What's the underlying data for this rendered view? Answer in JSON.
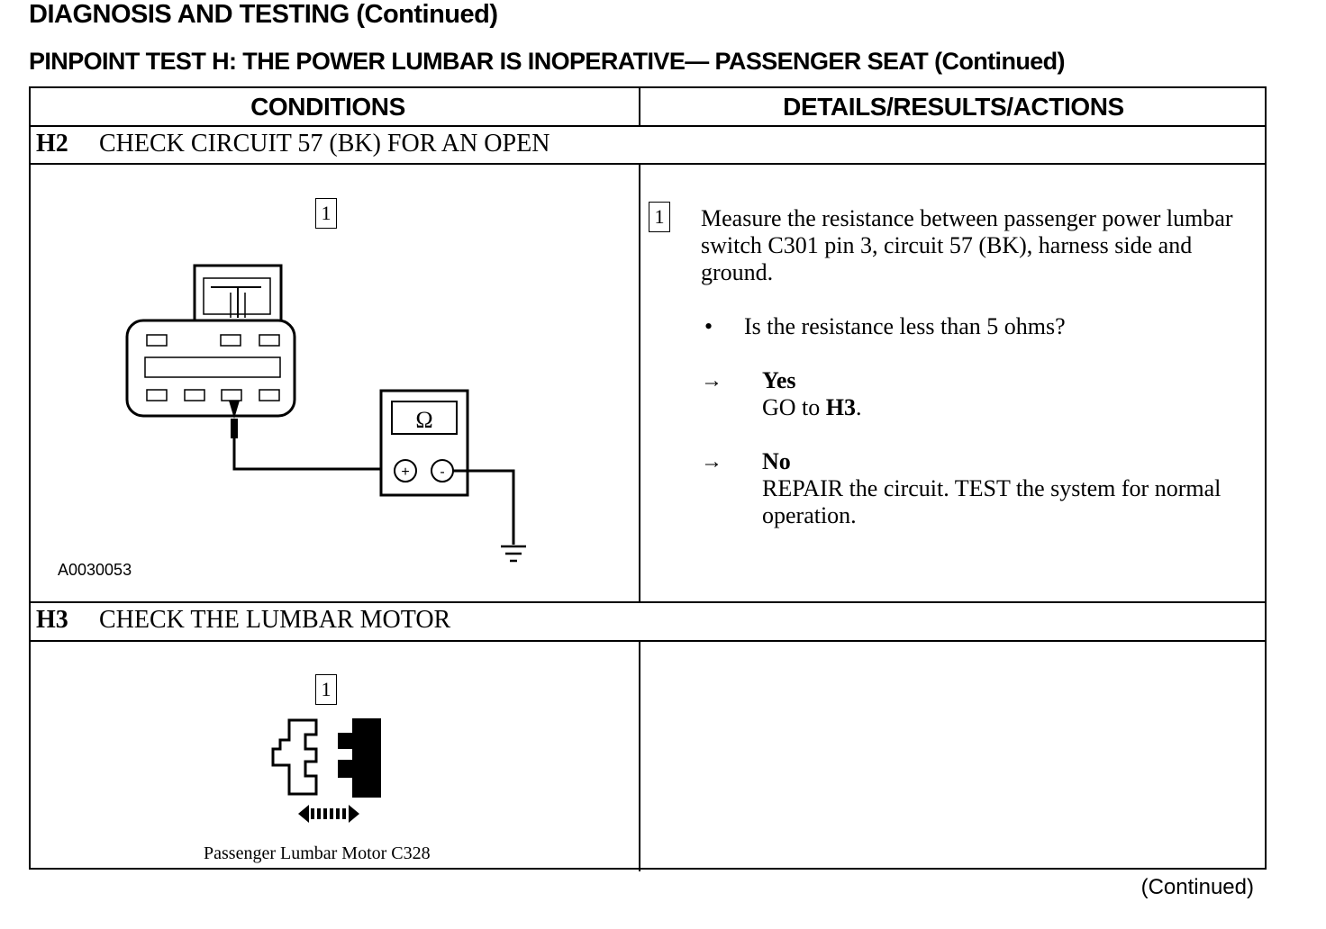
{
  "header": {
    "section_title": "DIAGNOSIS AND TESTING (Continued)",
    "test_title": "PINPOINT TEST H:  THE POWER LUMBAR IS INOPERATIVE— PASSENGER SEAT (Continued)"
  },
  "table": {
    "columns": [
      "CONDITIONS",
      "DETAILS/RESULTS/ACTIONS"
    ],
    "steps": [
      {
        "id": "H2",
        "title": "CHECK CIRCUIT 57 (BK) FOR AN OPEN",
        "figure": {
          "step_marker": "1",
          "meter_symbol": "Ω",
          "plus": "+",
          "minus": "-",
          "figure_id": "A0030053"
        },
        "detail": {
          "step_marker": "1",
          "instruction": "Measure the resistance between passenger power lumbar switch C301 pin 3, circuit 57 (BK), harness side and ground.",
          "question_bullet": "•",
          "question": "Is the resistance less than 5 ohms?",
          "arrow": "→",
          "yes_label": "Yes",
          "yes_action_prefix": "GO to ",
          "yes_action_target": "H3",
          "yes_action_suffix": ".",
          "no_label": "No",
          "no_action": "REPAIR the circuit. TEST the system for normal operation."
        }
      },
      {
        "id": "H3",
        "title": "CHECK THE LUMBAR MOTOR",
        "figure": {
          "step_marker": "1",
          "caption": "Passenger Lumbar Motor C328"
        }
      }
    ]
  },
  "footer": {
    "continued": "(Continued)"
  }
}
